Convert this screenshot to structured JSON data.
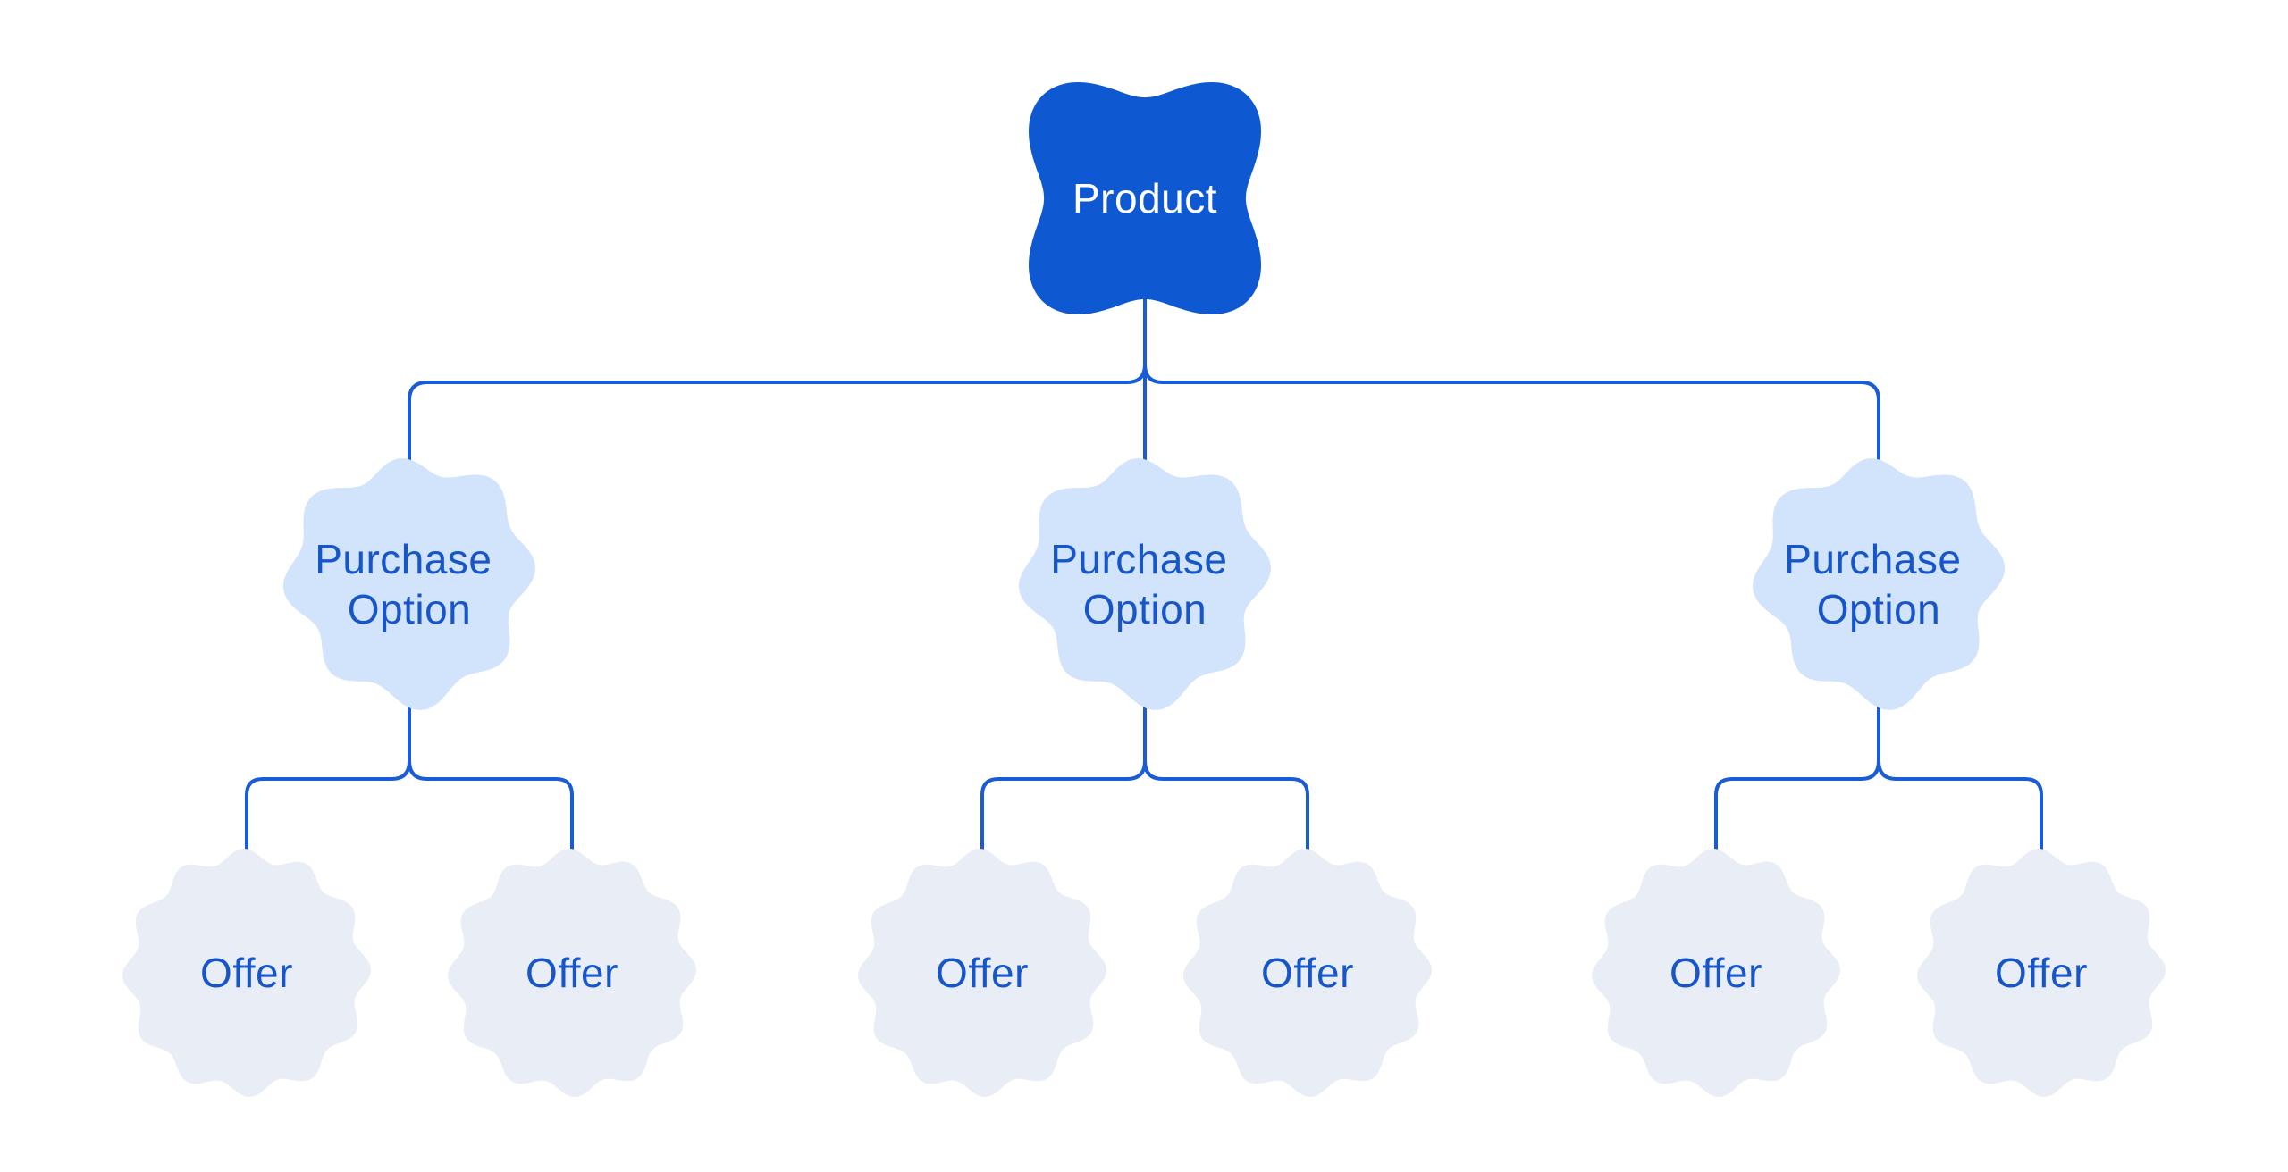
{
  "diagram": {
    "colors": {
      "background": "#FFFFFF",
      "product_fill": "#0E58D2",
      "product_label": "#FFFFFF",
      "purchase_fill": "#D2E3FC",
      "offer_fill": "#E9EDF6",
      "label_blue": "#1656C9",
      "connector": "#1A5CD6"
    },
    "nodes": {
      "product": {
        "label": "Product"
      },
      "purchase_options": [
        {
          "label_line1": "Purchase",
          "label_line2": "Option"
        },
        {
          "label_line1": "Purchase",
          "label_line2": "Option"
        },
        {
          "label_line1": "Purchase",
          "label_line2": "Option"
        }
      ],
      "offers": [
        {
          "label": "Offer"
        },
        {
          "label": "Offer"
        },
        {
          "label": "Offer"
        },
        {
          "label": "Offer"
        },
        {
          "label": "Offer"
        },
        {
          "label": "Offer"
        }
      ]
    }
  }
}
